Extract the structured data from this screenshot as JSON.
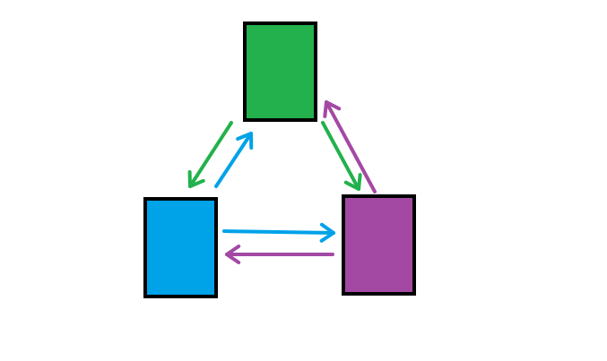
{
  "nodes": [
    {
      "id": "green",
      "color": "#22b14c",
      "border": "#000000"
    },
    {
      "id": "blue",
      "color": "#00a2e8",
      "border": "#000000"
    },
    {
      "id": "purple",
      "color": "#a349a4",
      "border": "#000000"
    }
  ],
  "edges": [
    {
      "from": "green",
      "to": "blue",
      "color": "#22b14c"
    },
    {
      "from": "blue",
      "to": "green",
      "color": "#00a2e8"
    },
    {
      "from": "green",
      "to": "purple",
      "color": "#22b14c"
    },
    {
      "from": "purple",
      "to": "green",
      "color": "#a349a4"
    },
    {
      "from": "blue",
      "to": "purple",
      "color": "#00a2e8"
    },
    {
      "from": "purple",
      "to": "blue",
      "color": "#a349a4"
    }
  ]
}
